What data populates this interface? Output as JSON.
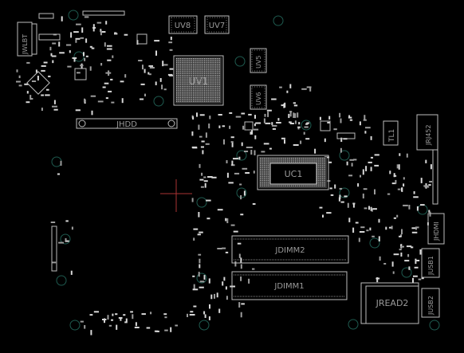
{
  "labels": {
    "jwlbt": "JWLBT",
    "uv8": "UV8",
    "uv7": "UV7",
    "uv1": "UV1",
    "uv5": "UV5",
    "uv6": "UV6",
    "jhdd": "JHDD",
    "uc1": "UC1",
    "tl1": "TL1",
    "jrj45": "JRJ452",
    "jdimm2": "JDIMM2",
    "jdimm1": "JDIMM1",
    "jhdmi": "JHDMI",
    "jusb1": "JUSB1",
    "jusb2": "JUSB2",
    "jread2": "JREAD2"
  }
}
